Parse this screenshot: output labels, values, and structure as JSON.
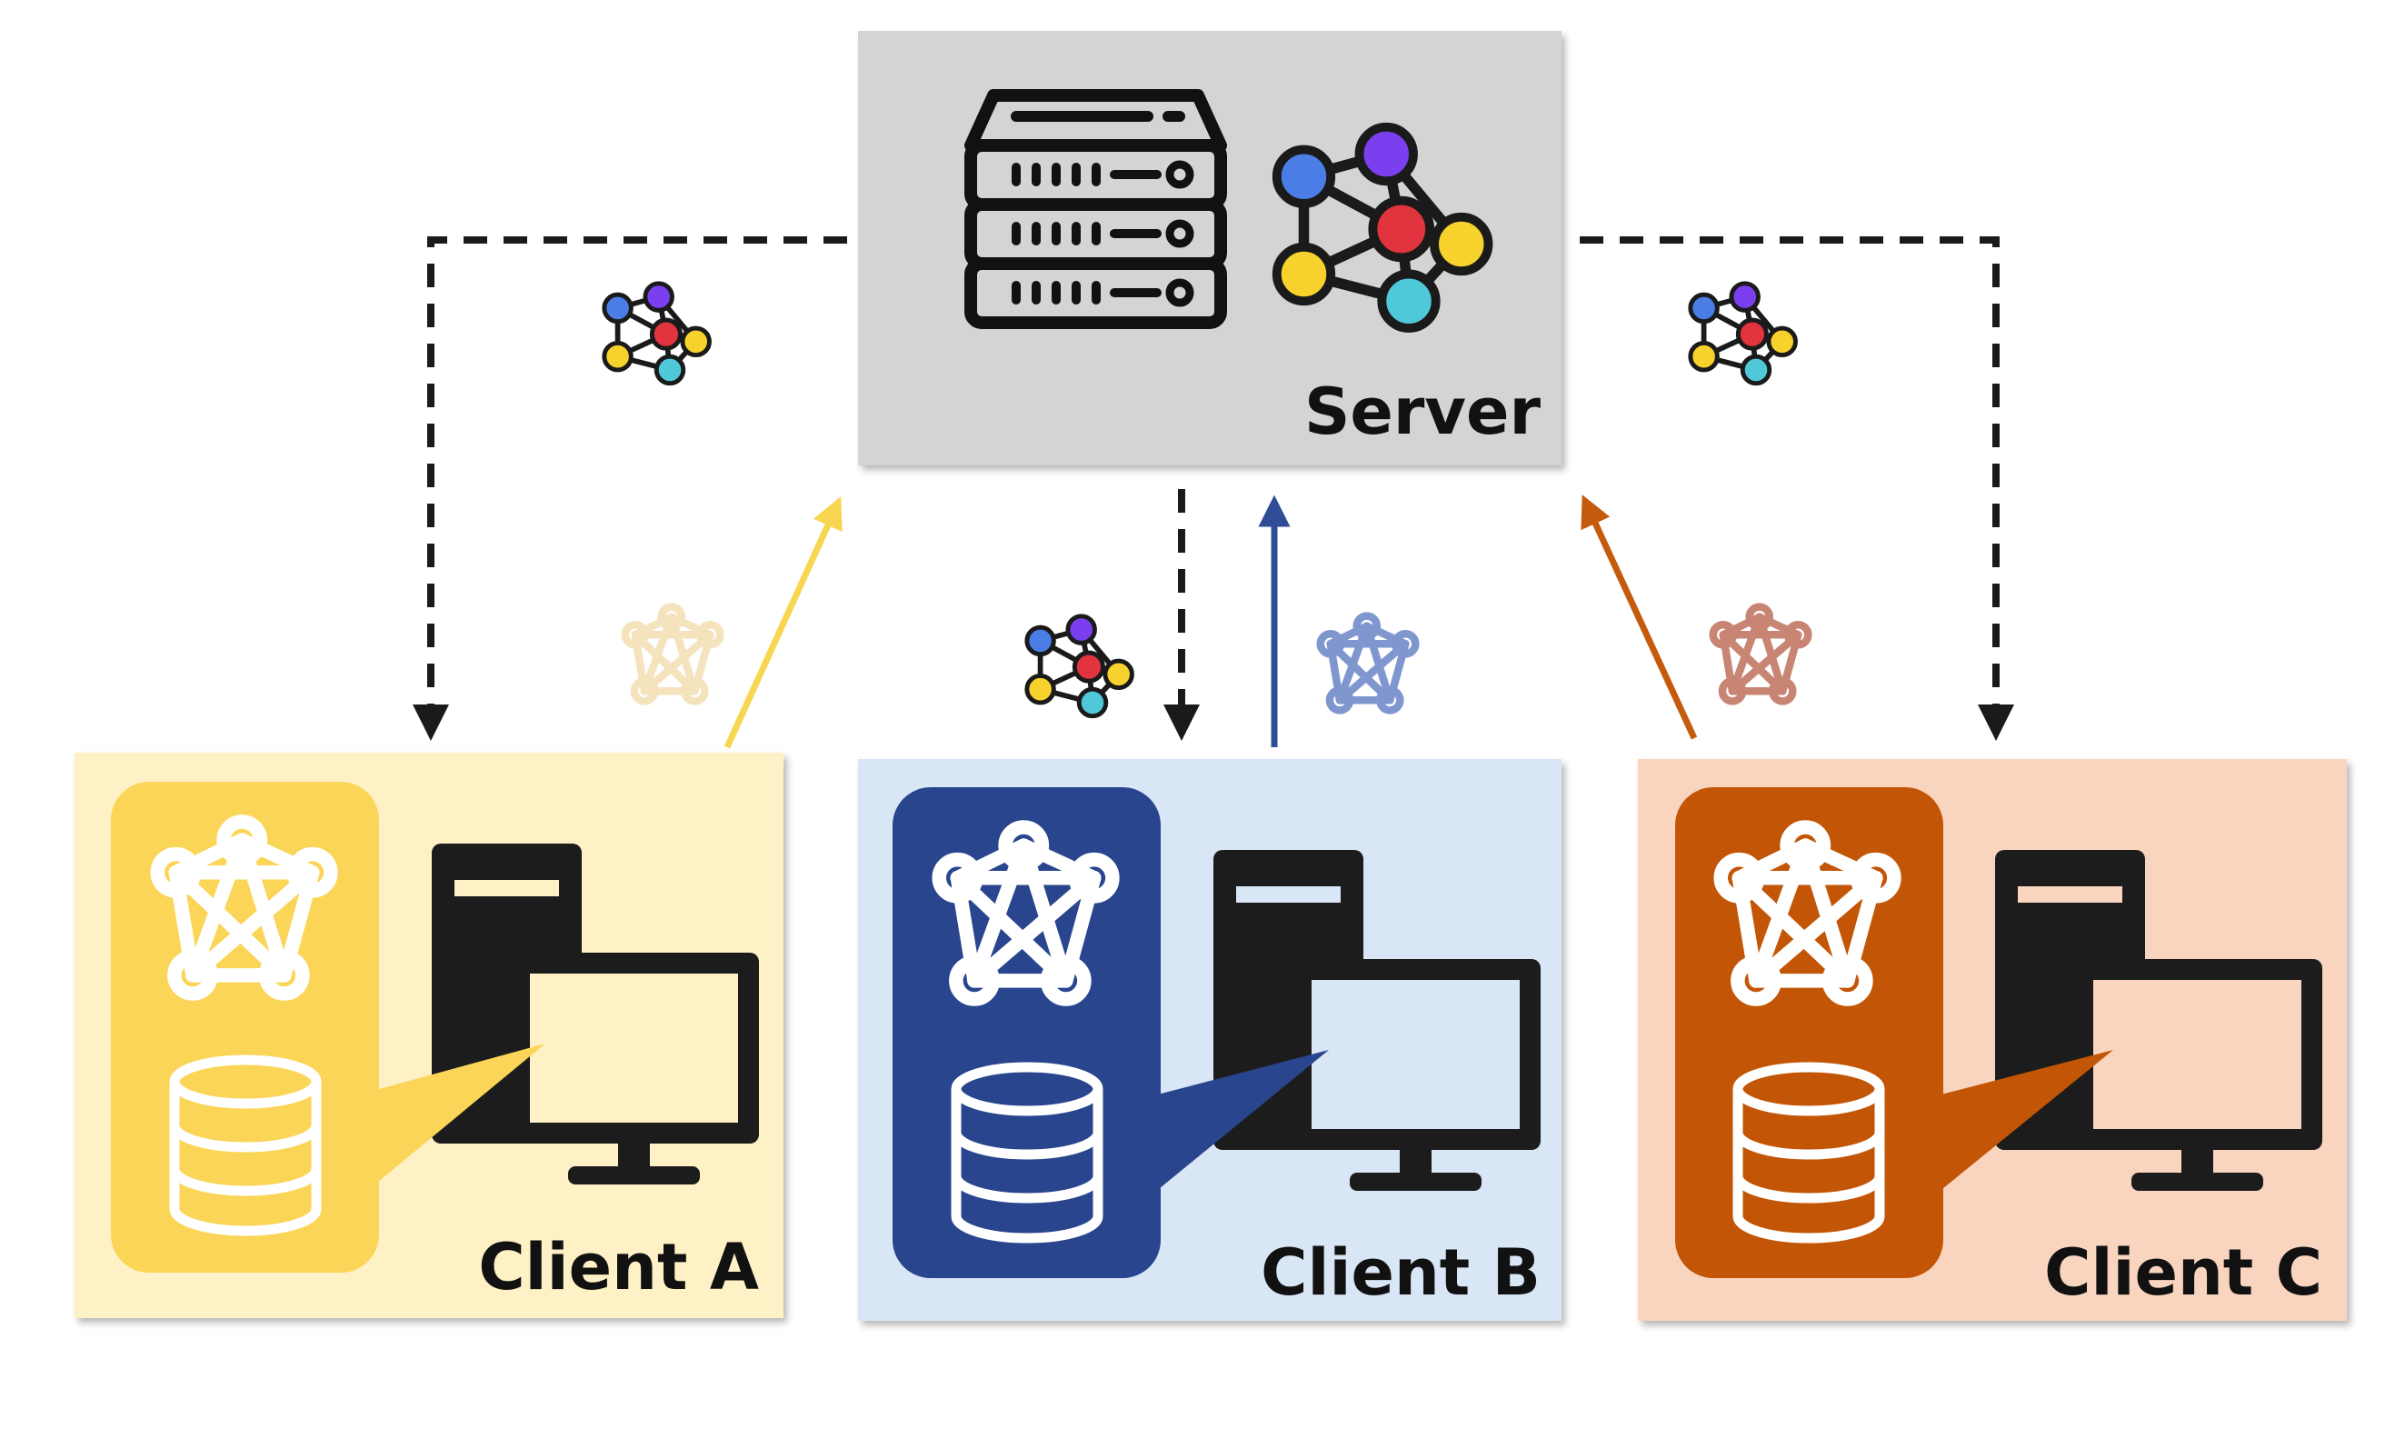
{
  "server": {
    "label": "Server",
    "fill": "#d4d4d4"
  },
  "clients": [
    {
      "label": "Client A",
      "fill": "#fff1c6",
      "accent": "#fbd557",
      "upload_color": "#f8d651"
    },
    {
      "label": "Client B",
      "fill": "#d9e6f5",
      "accent": "#28458e",
      "upload_color": "#2f4c96"
    },
    {
      "label": "Client C",
      "fill": "#f9d5bf",
      "accent": "#c35606",
      "upload_color": "#c45a0c"
    }
  ],
  "icons": {
    "server": "server-rack-icon",
    "global_model": "colored-network-icon",
    "local_model": "network-graph-icon",
    "database": "database-icon",
    "computer": "desktop-computer-icon"
  },
  "node_colors": {
    "blue": "#4a7de6",
    "purple": "#7b3ff0",
    "red": "#e2343f",
    "yellow": "#f7d22c",
    "cyan": "#4fc9da"
  },
  "arrow_styles": {
    "download": "dashed black",
    "upload": "solid, client color"
  }
}
